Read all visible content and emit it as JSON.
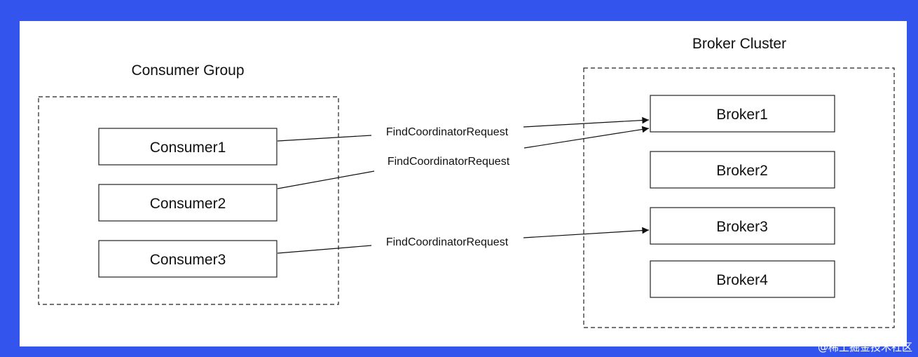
{
  "consumer_group": {
    "title": "Consumer Group",
    "nodes": [
      "Consumer1",
      "Consumer2",
      "Consumer3"
    ]
  },
  "broker_cluster": {
    "title": "Broker Cluster",
    "nodes": [
      "Broker1",
      "Broker2",
      "Broker3",
      "Broker4"
    ]
  },
  "edges": [
    {
      "from": "Consumer1",
      "to": "Broker1",
      "label": "FindCoordinatorRequest"
    },
    {
      "from": "Consumer2",
      "to": "Broker1",
      "label": "FindCoordinatorRequest"
    },
    {
      "from": "Consumer3",
      "to": "Broker3",
      "label": "FindCoordinatorRequest"
    }
  ],
  "watermark": "@稀土掘金技术社区"
}
